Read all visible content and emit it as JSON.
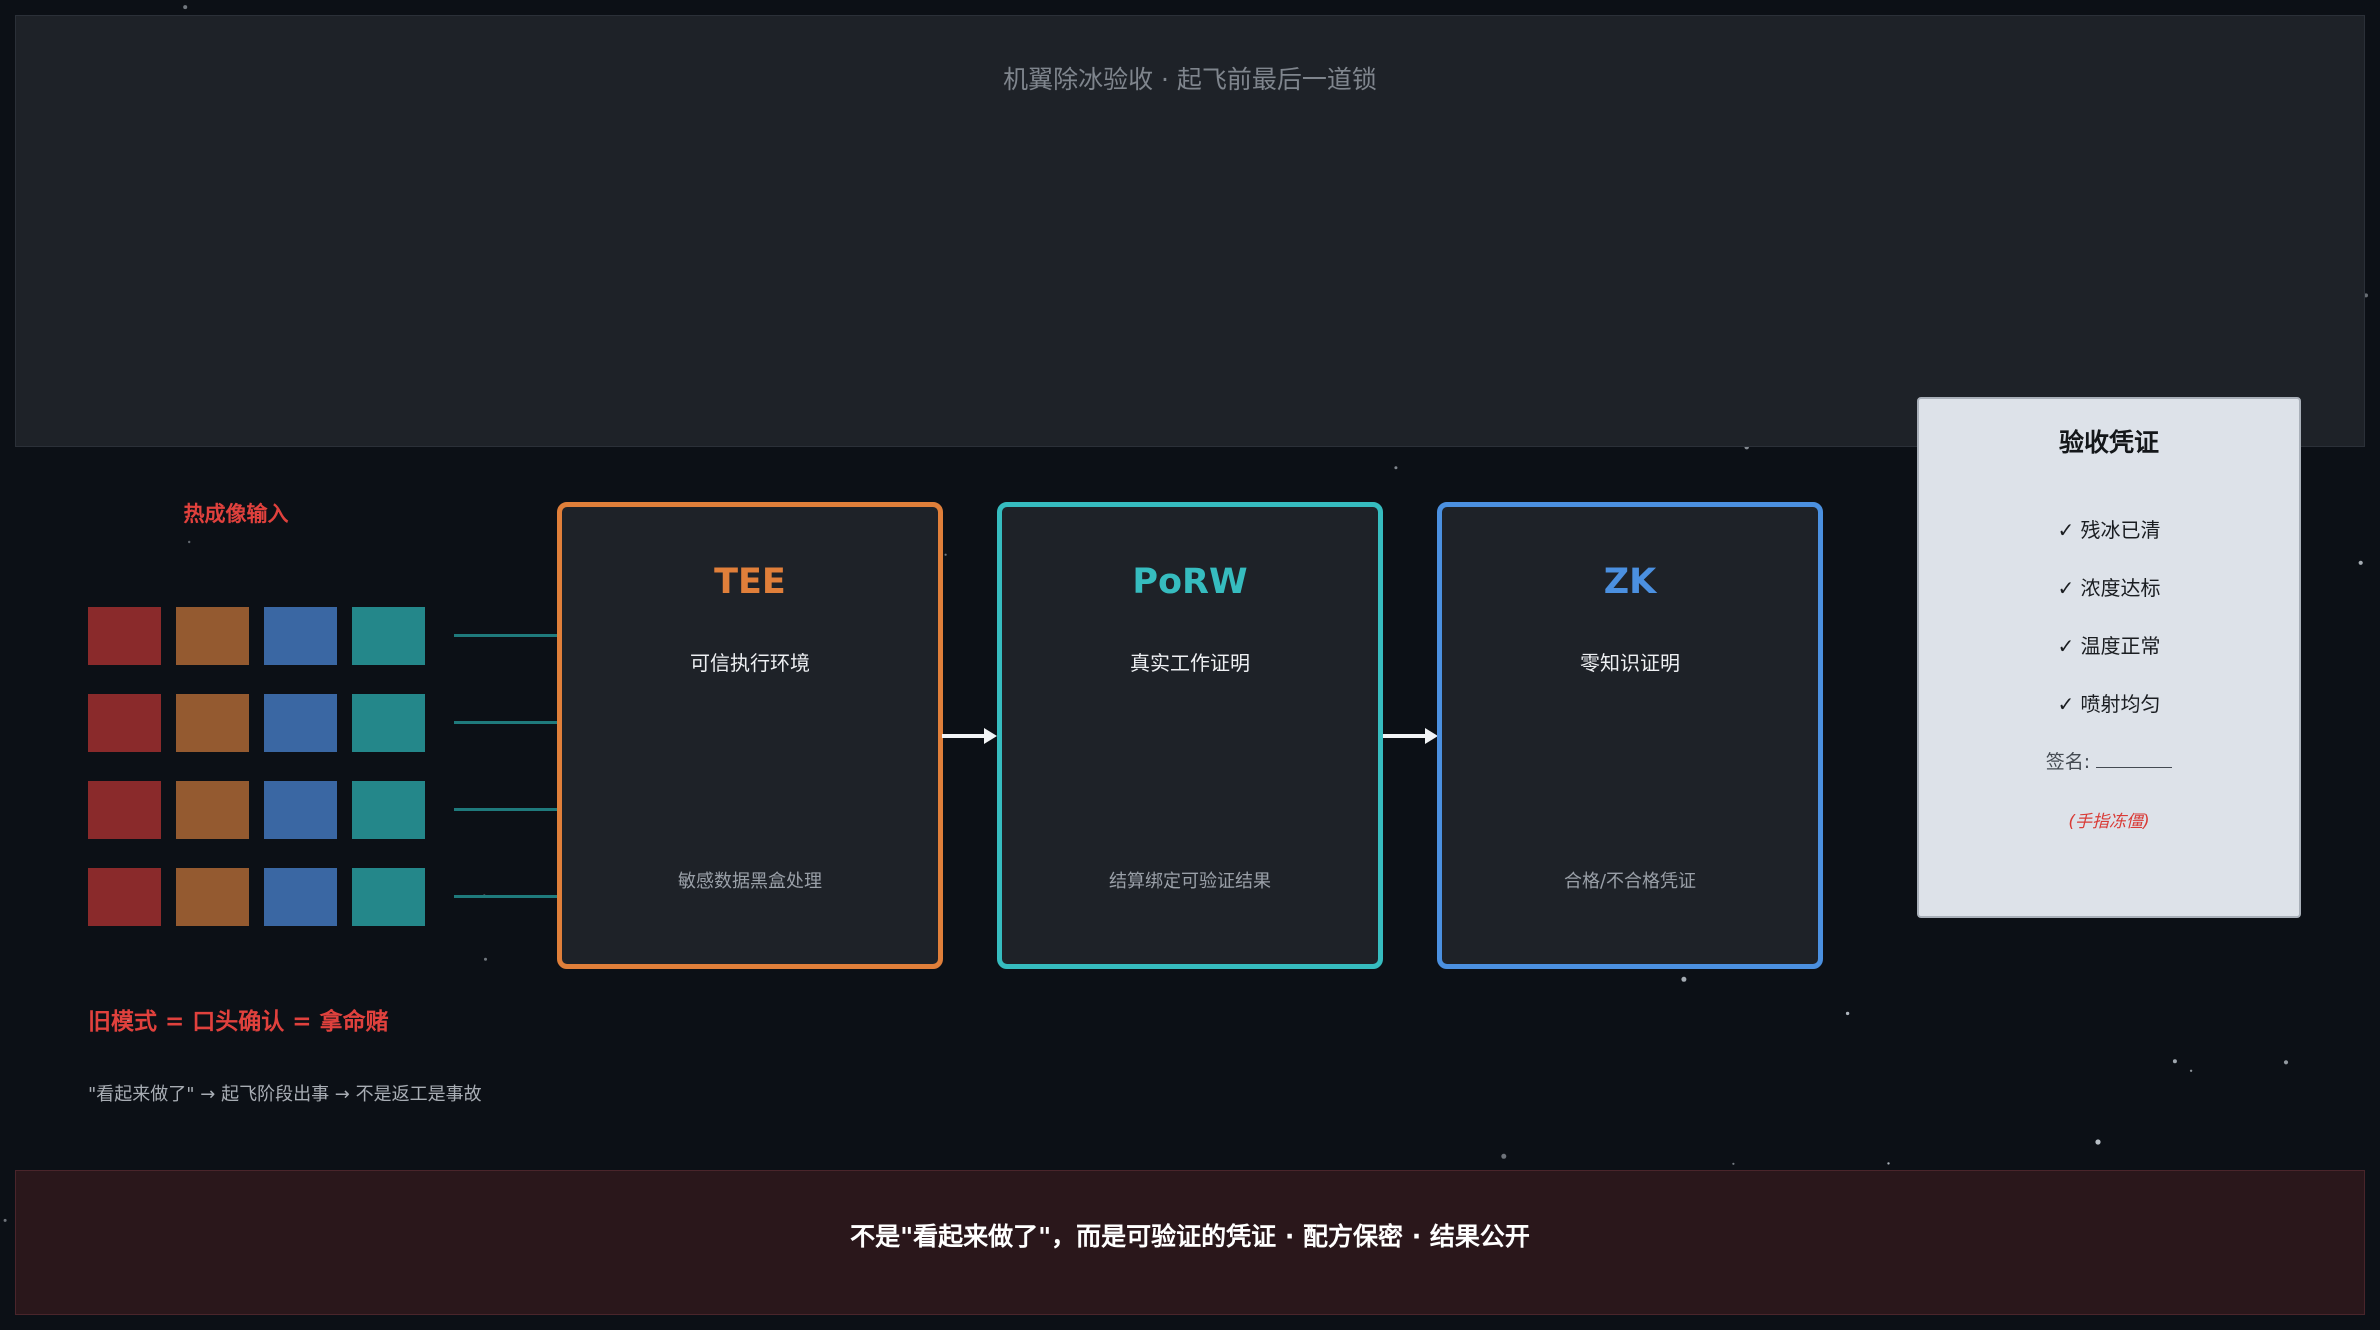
{
  "header": {
    "title": "机翼除冰验收 · 起飞前最后一道锁"
  },
  "thermal": {
    "label": "热成像输入",
    "cell_colors": [
      "#8a2a2b",
      "#945a30",
      "#3a67a3",
      "#24878a"
    ]
  },
  "stages": [
    {
      "abbr": "TEE",
      "name": "可信执行环境",
      "desc": "敏感数据黑盒处理",
      "color": "#e07f3a"
    },
    {
      "abbr": "PoRW",
      "name": "真实工作证明",
      "desc": "结算绑定可验证结果",
      "color": "#36bcbf"
    },
    {
      "abbr": "ZK",
      "name": "零知识证明",
      "desc": "合格/不合格凭证",
      "color": "#4b90e0"
    }
  ],
  "certificate": {
    "title": "验收凭证",
    "checks": [
      "✓ 残冰已清",
      "✓ 浓度达标",
      "✓ 温度正常",
      "✓ 喷射均匀"
    ],
    "sign_label": "签名:",
    "note": "(手指冻僵)"
  },
  "old_mode": {
    "headline": "旧模式 = 口头确认 = 拿命赌",
    "description": "\"看起来做了\" → 起飞阶段出事 → 不是返工是事故"
  },
  "footer": {
    "text": "不是\"看起来做了\"，而是可验证的凭证 · 配方保密 · 结果公开"
  }
}
